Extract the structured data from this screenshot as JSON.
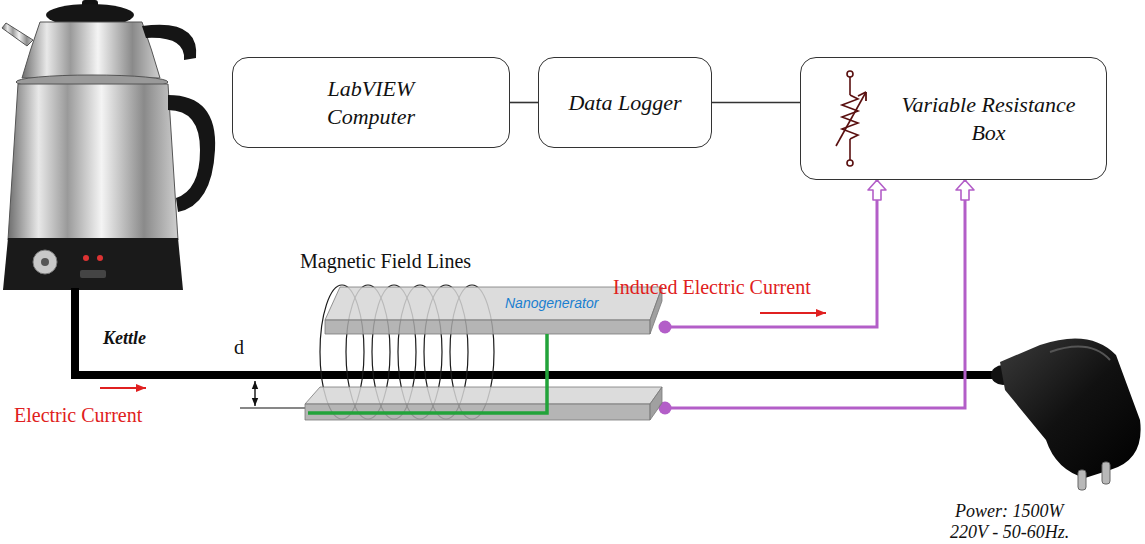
{
  "diagram": {
    "nodes": [
      {
        "text": [
          "LabVIEW Computer"
        ]
      },
      {
        "text": [
          "Data Logger"
        ]
      },
      {
        "text": [
          "Variable Resistance Box"
        ]
      },
      {
        "text": [
          "Nanogenerator"
        ]
      }
    ],
    "edges": [
      {
        "from": 0,
        "to": 1,
        "arrow": "none"
      },
      {
        "from": 1,
        "to": 2,
        "arrow": "none"
      },
      {
        "from": 3,
        "to": 2,
        "arrow": "to"
      },
      {
        "from": 3,
        "to": 2,
        "arrow": "to"
      }
    ],
    "labels": [
      "Magnetic Field Lines",
      "Induced Electric Current",
      "Kettle",
      "d",
      "Electric Current",
      "Power: 1500W",
      "220V - 50-60Hz."
    ]
  }
}
